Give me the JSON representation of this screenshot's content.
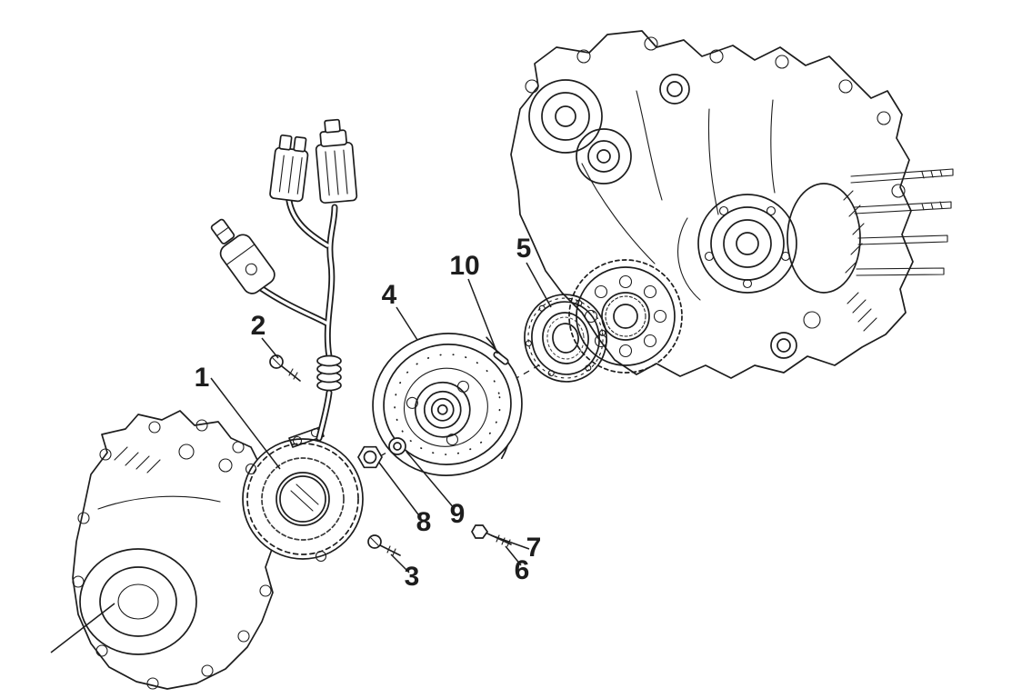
{
  "colors": {
    "background": "#ffffff",
    "ink": "#1d1d1d"
  },
  "diagram": {
    "type": "exploded-parts-diagram",
    "callouts": [
      {
        "label": "1"
      },
      {
        "label": "2"
      },
      {
        "label": "3"
      },
      {
        "label": "4"
      },
      {
        "label": "5"
      },
      {
        "label": "6"
      },
      {
        "label": "7"
      },
      {
        "label": "8"
      },
      {
        "label": "9"
      },
      {
        "label": "10"
      }
    ]
  }
}
